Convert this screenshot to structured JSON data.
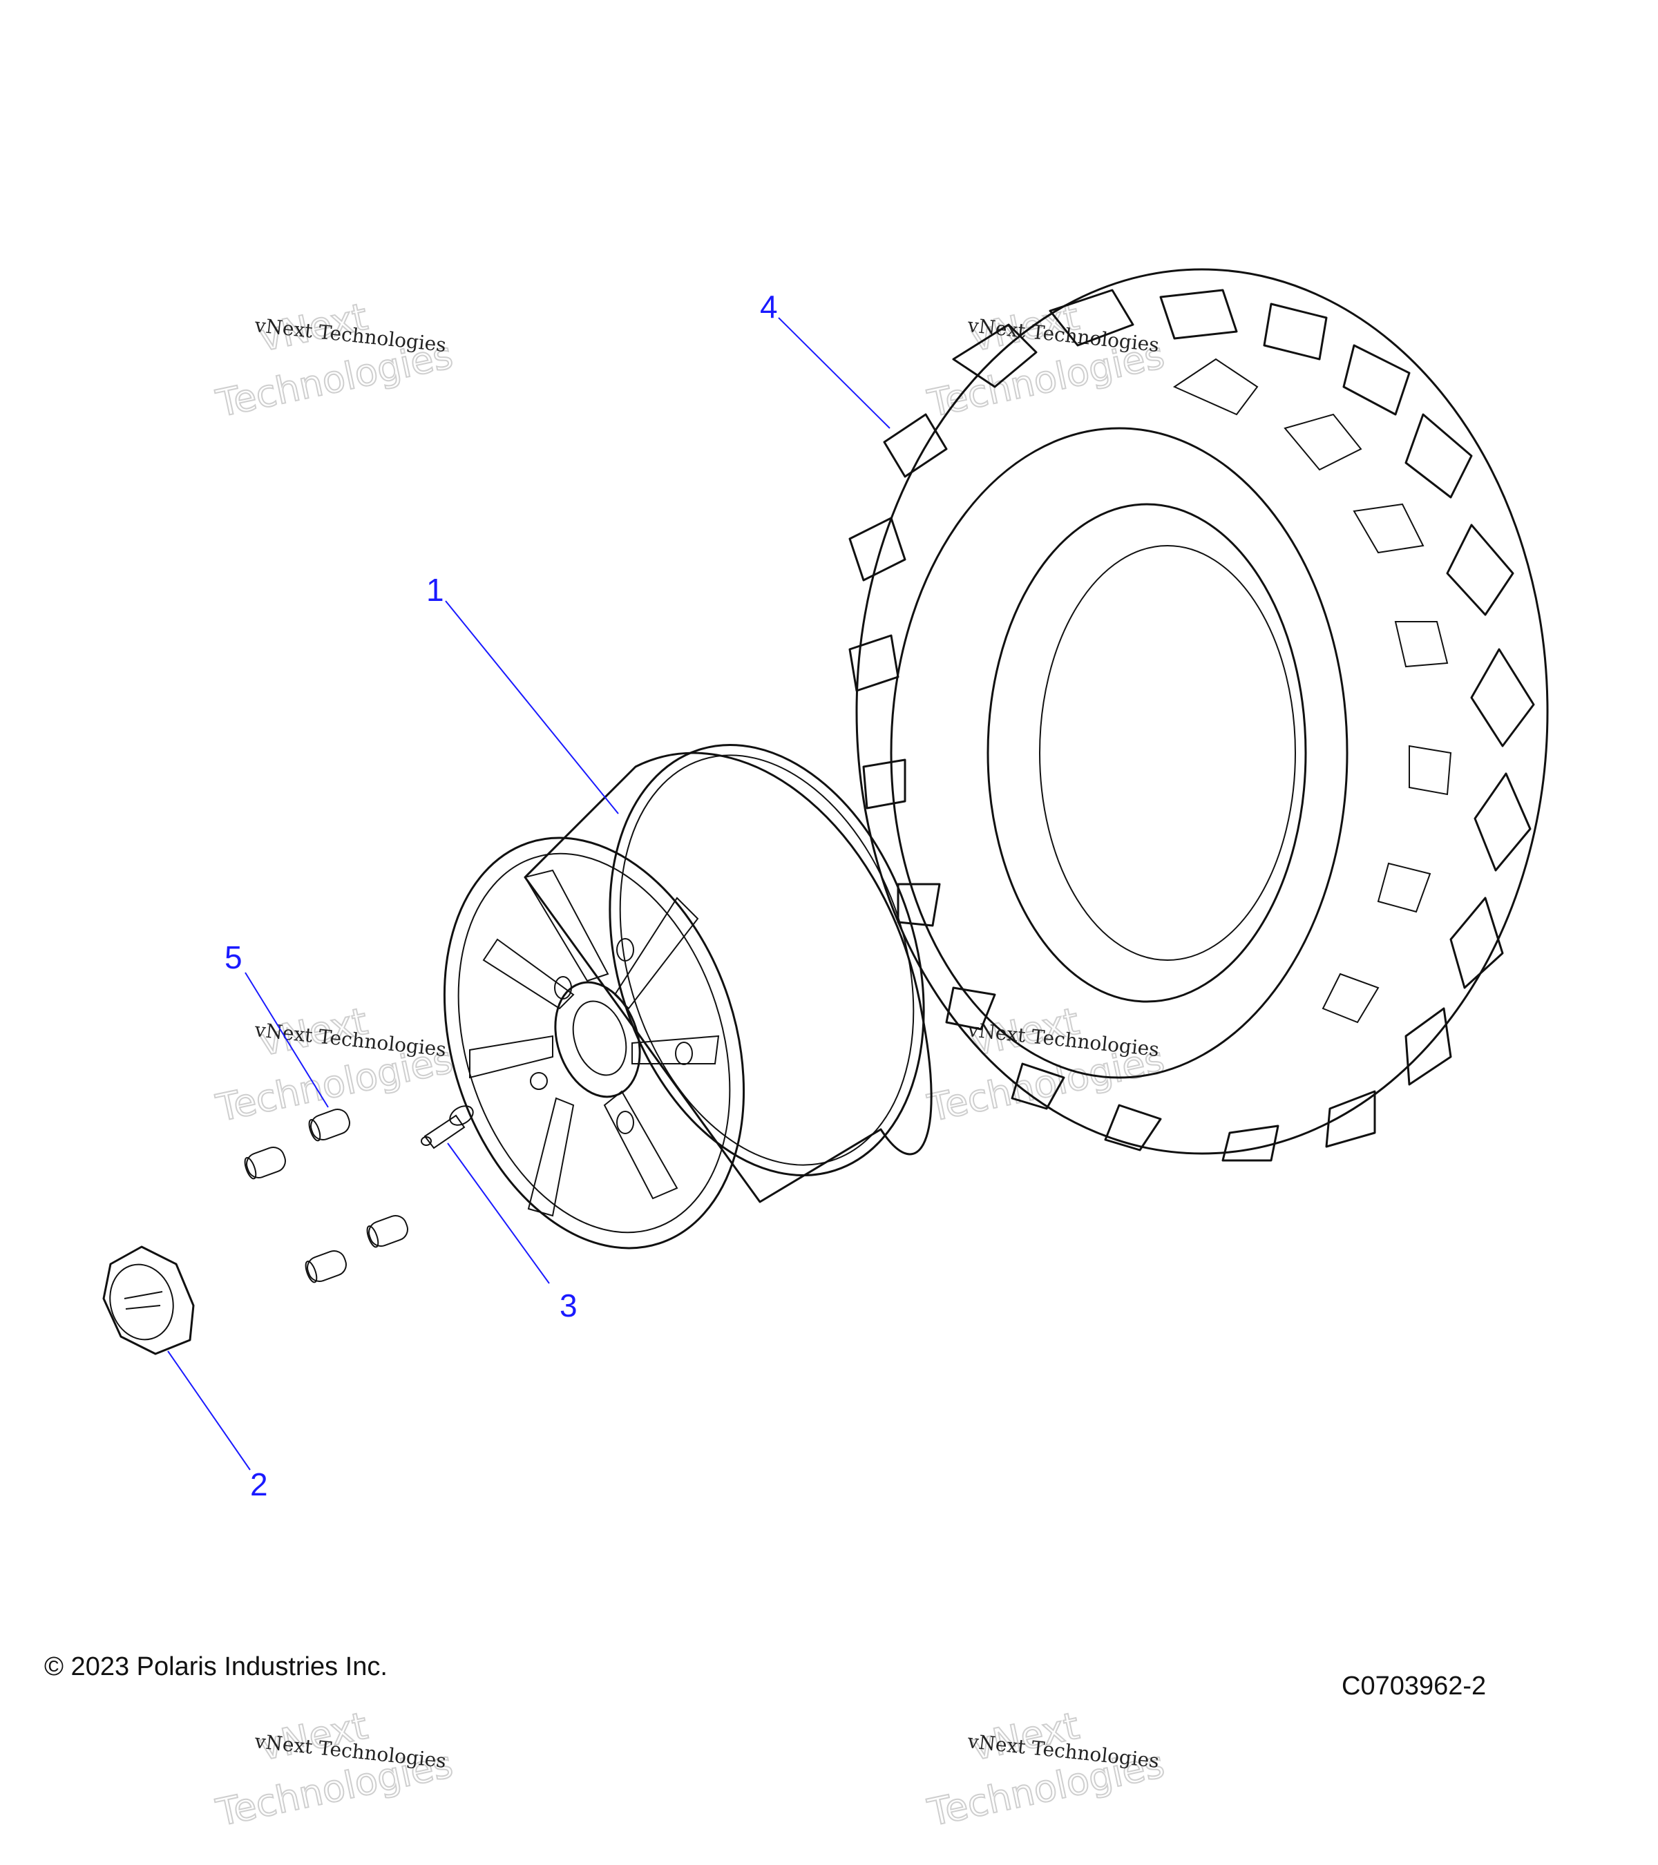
{
  "callouts": [
    {
      "id": "1",
      "label": "1"
    },
    {
      "id": "2",
      "label": "2"
    },
    {
      "id": "3",
      "label": "3"
    },
    {
      "id": "4",
      "label": "4"
    },
    {
      "id": "5",
      "label": "5"
    }
  ],
  "footer": {
    "copyright": "© 2023 Polaris Industries Inc.",
    "drawing_code": "C0703962-2"
  },
  "watermark": {
    "line_small": "vNext Technologies",
    "line_big_1": "vNext",
    "line_big_2": "Technologies"
  },
  "colors": {
    "callout": "#1a1aff",
    "ink": "#111111",
    "fill_gray": "#e3e3e3"
  }
}
